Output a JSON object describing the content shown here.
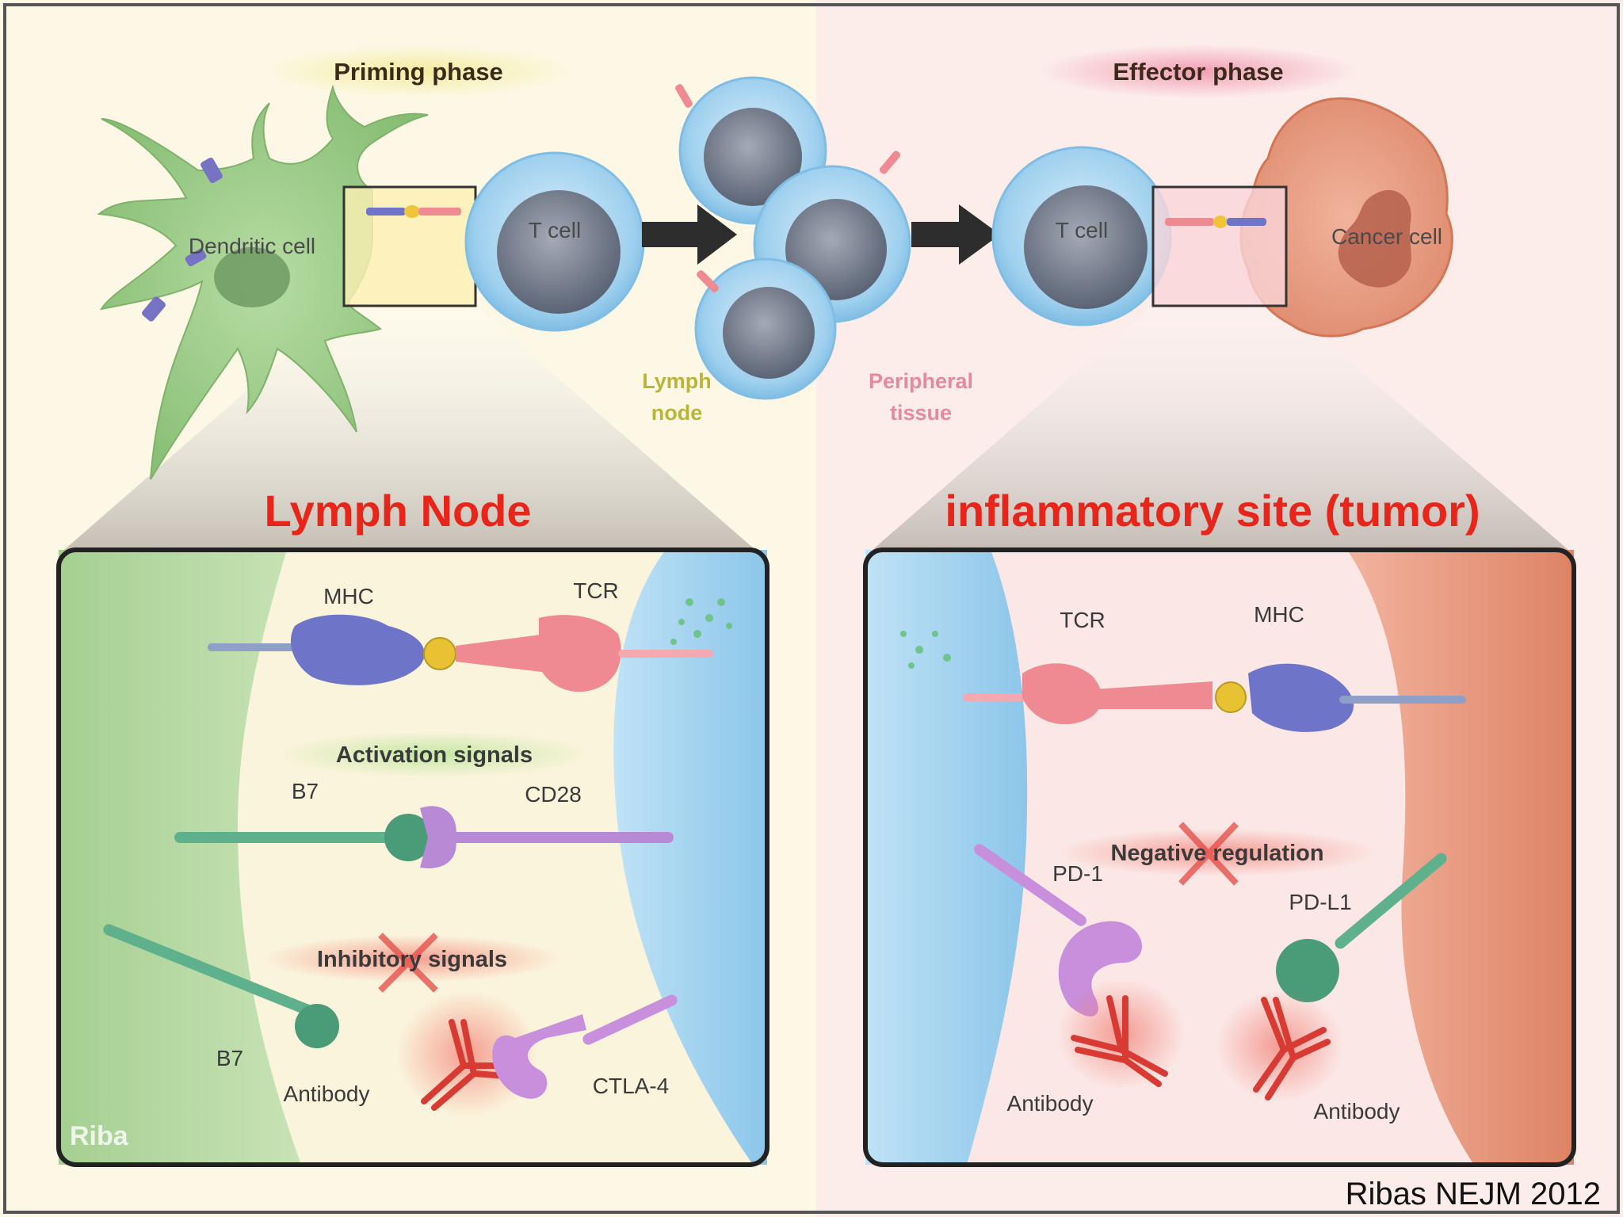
{
  "phases": {
    "priming": "Priming phase",
    "effector": "Effector phase"
  },
  "cells": {
    "dendritic": "Dendritic cell",
    "t_cell_left": "T cell",
    "t_cell_right": "T cell",
    "cancer": "Cancer cell"
  },
  "locations": {
    "lymph_node_line1": "Lymph",
    "lymph_node_line2": "node",
    "peripheral_line1": "Peripheral",
    "peripheral_line2": "tissue"
  },
  "panels": {
    "left_title": "Lymph Node",
    "right_title": "inflammatory site (tumor)"
  },
  "left_panel": {
    "mhc": "MHC",
    "tcr": "TCR",
    "activation": "Activation signals",
    "b7_top": "B7",
    "cd28": "CD28",
    "inhibitory": "Inhibitory signals",
    "b7_bottom": "B7",
    "antibody": "Antibody",
    "ctla4": "CTLA-4",
    "watermark": "Riba"
  },
  "right_panel": {
    "tcr": "TCR",
    "mhc": "MHC",
    "negative": "Negative regulation",
    "pd1": "PD-1",
    "pdl1": "PD-L1",
    "antibody_left": "Antibody",
    "antibody_right": "Antibody"
  },
  "credit": "Ribas NEJM 2012",
  "colors": {
    "left_bg": "#fdf8e6",
    "right_bg": "#fcecea",
    "dendritic": "#9cc88a",
    "t_cell": "#a9d4ee",
    "cancer": "#e99a80",
    "mhc": "#6e74c8",
    "tcr": "#ef8a93",
    "b7": "#5fb08d",
    "cd28": "#b88ad6",
    "antibody": "#d83a34",
    "title_red": "#e8251a"
  }
}
